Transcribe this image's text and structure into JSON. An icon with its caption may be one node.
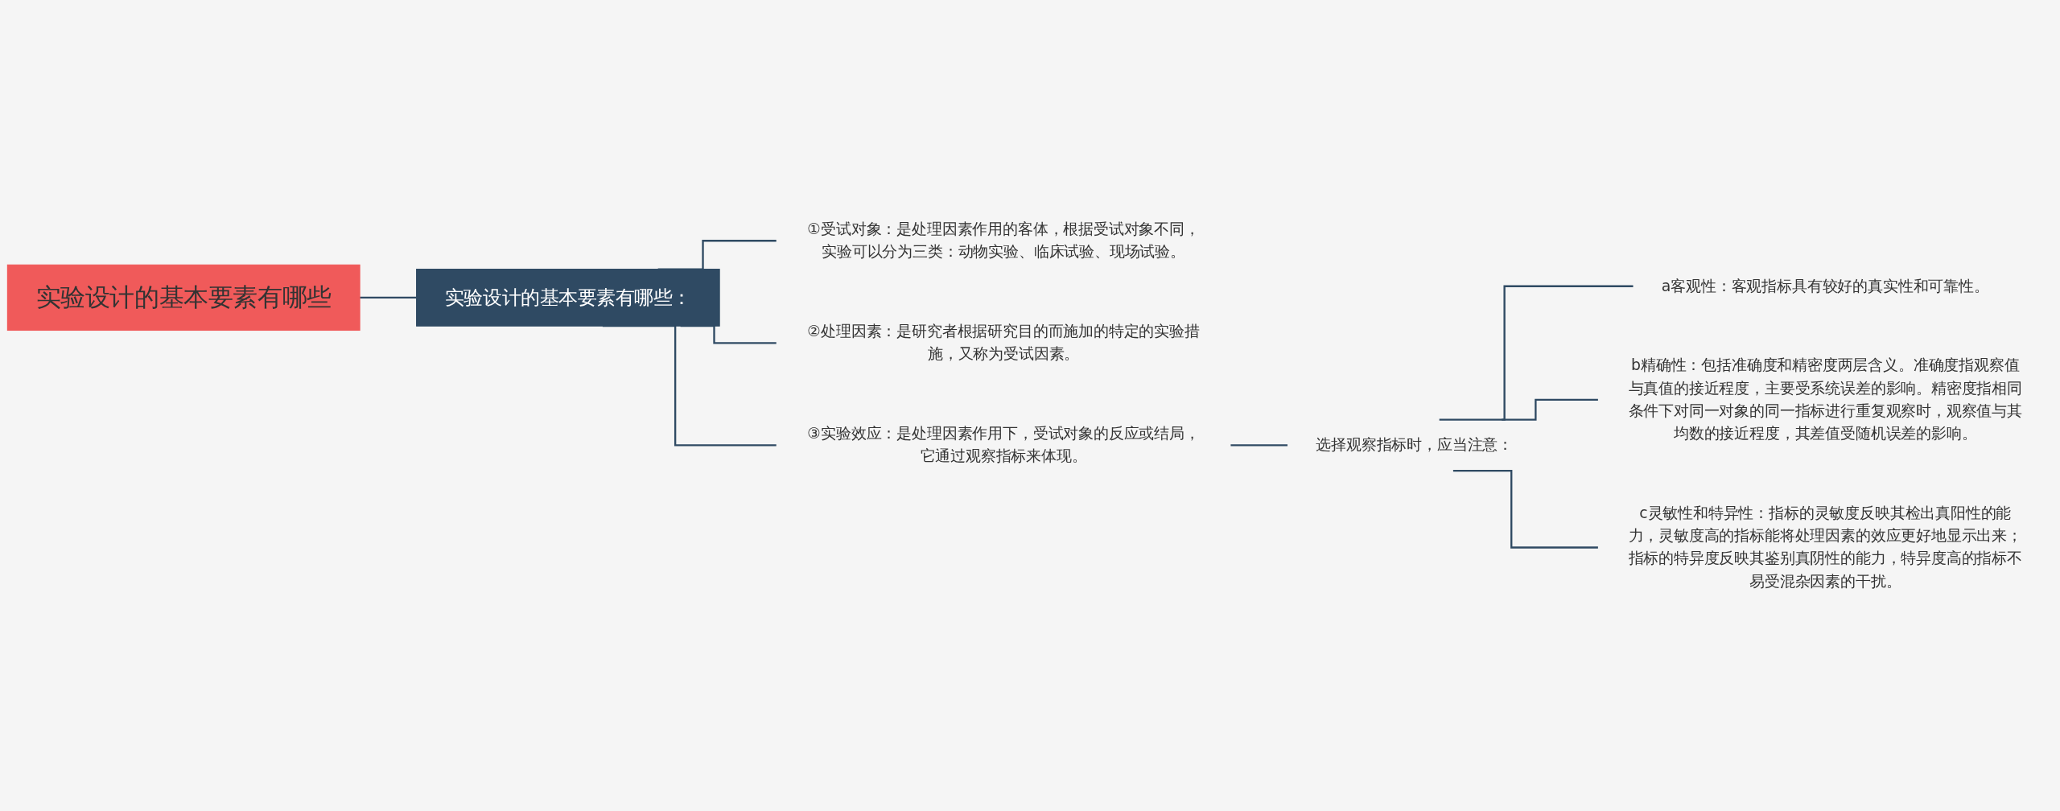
{
  "diagram": {
    "nodes": [
      {
        "text": [
          "实验设计的基本要素有哪些"
        ]
      },
      {
        "text": [
          "实验设计的基本要素有哪些："
        ]
      },
      {
        "text": [
          "①受试对象：是处理因素作用的客体，根据受试对象不同，实验可以分为三类：动物实验、临床试验、现场试验。"
        ]
      },
      {
        "text": [
          "②处理因素：是研究者根据研究目的而施加的特定的实验措施，又称为受试因素。"
        ]
      },
      {
        "text": [
          "③实验效应：是处理因素作用下，受试对象的反应或结局，它通过观察指标来体现。"
        ]
      },
      {
        "text": [
          "选择观察指标时，应当注意："
        ]
      },
      {
        "text": [
          "a客观性：客观指标具有较好的真实性和可靠性。"
        ]
      },
      {
        "text": [
          "b精确性：包括准确度和精密度两层含义。准确度指观察值与真值的接近程度，主要受系统误差的影响。精密度指相同条件下对同一对象的同一指标进行重复观察时，观察值与其均数的接近程度，其差值受随机误差的影响。"
        ]
      },
      {
        "text": [
          "c灵敏性和特异性：指标的灵敏度反映其检出真阳性的能力，灵敏度高的指标能将处理因素的效应更好地显示出来；指标的特异度反映其鉴别真阴性的能力，特异度高的指标不易受混杂因素的干扰。"
        ]
      }
    ],
    "edges": [
      {
        "from": 0,
        "to": 1,
        "arrow": "none"
      },
      {
        "from": 1,
        "to": 2,
        "arrow": "none"
      },
      {
        "from": 1,
        "to": 3,
        "arrow": "none"
      },
      {
        "from": 1,
        "to": 4,
        "arrow": "none"
      },
      {
        "from": 4,
        "to": 5,
        "arrow": "none"
      },
      {
        "from": 5,
        "to": 6,
        "arrow": "none"
      },
      {
        "from": 5,
        "to": 7,
        "arrow": "none"
      },
      {
        "from": 5,
        "to": 8,
        "arrow": "none"
      }
    ]
  }
}
